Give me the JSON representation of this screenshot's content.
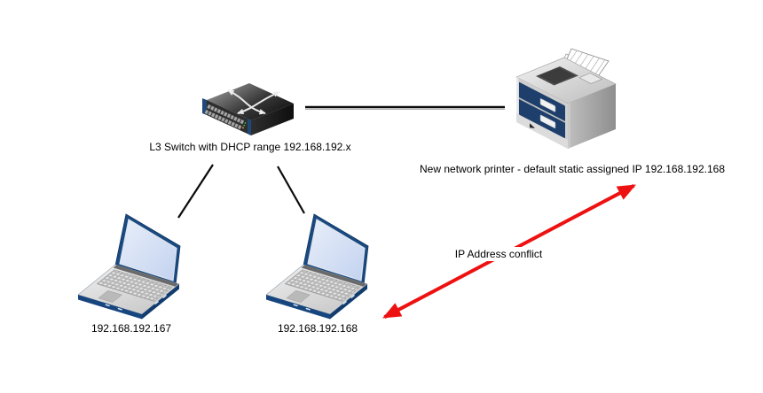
{
  "diagram": {
    "background_color": "#ffffff",
    "text_color": "#000000",
    "nodes": [
      {
        "id": "switch",
        "icon": "l3-switch-icon",
        "label": "L3 Switch with DHCP range 192.168.192.x"
      },
      {
        "id": "printer",
        "icon": "printer-icon",
        "label": "New network printer - default static assigned IP 192.168.192.168"
      },
      {
        "id": "laptop-167",
        "icon": "laptop-icon",
        "label": "192.168.192.167"
      },
      {
        "id": "laptop-168",
        "icon": "laptop-icon",
        "label": "192.168.192.168"
      }
    ],
    "links": [
      {
        "from": "switch",
        "to": "printer",
        "style": "solid",
        "color": "#0b0b0b",
        "label": ""
      },
      {
        "from": "switch",
        "to": "laptop-167",
        "style": "solid",
        "color": "#0b0b0b",
        "label": ""
      },
      {
        "from": "switch",
        "to": "laptop-168",
        "style": "solid",
        "color": "#0b0b0b",
        "label": ""
      },
      {
        "from": "laptop-168",
        "to": "printer",
        "style": "double-arrow",
        "color": "#ee1111",
        "label": "IP Address conflict"
      }
    ],
    "colors": {
      "conflict_red": "#ee1111",
      "link_black": "#0b0b0b",
      "device_blue": "#17457e",
      "printer_panel_blue": "#1e3f6b"
    }
  }
}
